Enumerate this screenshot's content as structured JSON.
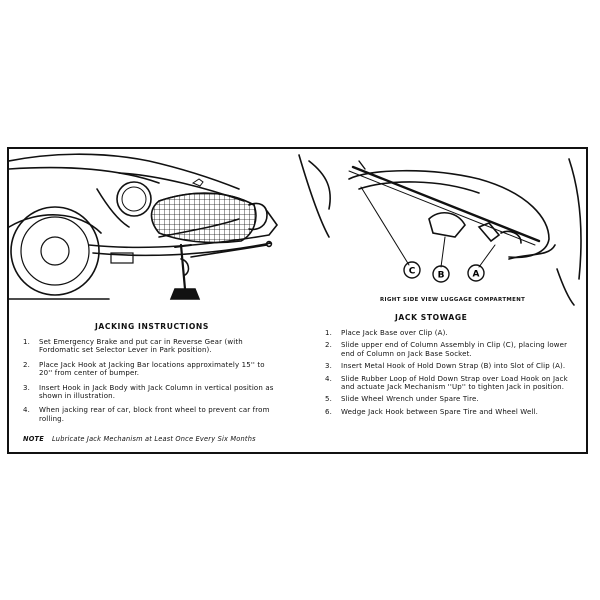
{
  "jacking": {
    "title": "JACKING INSTRUCTIONS",
    "steps": [
      {
        "num": "1.",
        "text": "Set Emergency Brake and put car in Reverse Gear (with Fordomatic set Selector Lever in Park position)."
      },
      {
        "num": "2.",
        "text": "Place Jack Hook at Jacking Bar locations approximately 15'' to 20'' from center of bumper."
      },
      {
        "num": "3.",
        "text": "Insert Hook in Jack Body with Jack Column in vertical position as shown in illustration."
      },
      {
        "num": "4.",
        "text": "When jacking rear of car, block front wheel to prevent car from rolling."
      }
    ],
    "note_label": "NOTE",
    "note_text": "Lubricate Jack Mechanism at Least Once Every Six Months"
  },
  "stowage": {
    "caption": "RIGHT SIDE VIEW LUGGAGE COMPARTMENT",
    "title": "JACK STOWAGE",
    "callouts": [
      "C",
      "B",
      "A"
    ],
    "steps": [
      {
        "num": "1.",
        "text": "Place Jack Base over Clip (A)."
      },
      {
        "num": "2.",
        "text": "Slide upper end of Column Assembly in Clip (C), placing lower end of Column on Jack Base Socket."
      },
      {
        "num": "3.",
        "text": "Insert Metal Hook of Hold Down Strap (B) into Slot of Clip (A)."
      },
      {
        "num": "4.",
        "text": "Slide Rubber Loop of Hold Down Strap over Load Hook on Jack and actuate Jack Mechanism ''Up'' to tighten Jack in position."
      },
      {
        "num": "5.",
        "text": "Slide Wheel Wrench under Spare Tire."
      },
      {
        "num": "6.",
        "text": "Wedge Jack Hook between Spare Tire and Wheel Well."
      }
    ]
  }
}
